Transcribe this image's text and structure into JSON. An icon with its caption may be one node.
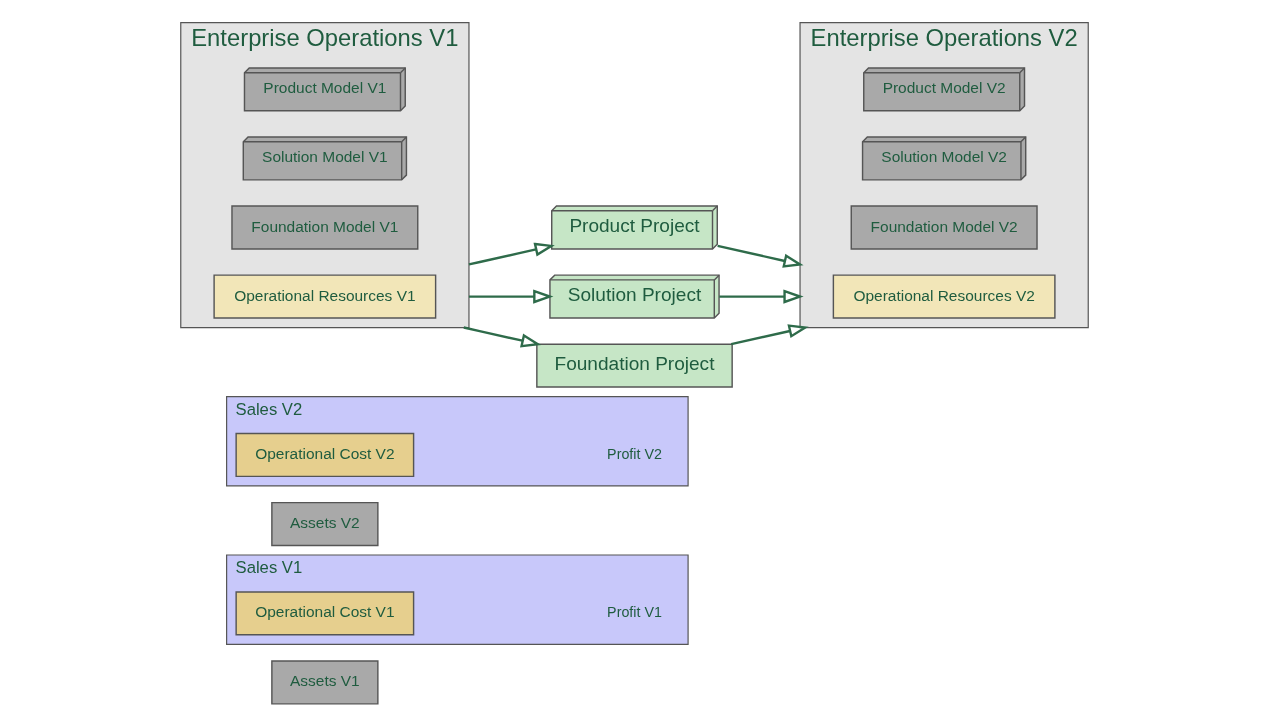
{
  "diagram": {
    "nodes": [
      {
        "text": [
          "Enterprise Operations V1"
        ]
      },
      {
        "text": [
          "Product Model V1"
        ],
        "in": 0
      },
      {
        "text": [
          "Solution Model V1"
        ],
        "in": 0
      },
      {
        "text": [
          "Foundation Model V1"
        ],
        "in": 0
      },
      {
        "text": [
          "Operational Resources V1"
        ],
        "in": 0
      },
      {
        "text": [
          "Product Project"
        ]
      },
      {
        "text": [
          "Solution Project"
        ]
      },
      {
        "text": [
          "Foundation Project"
        ]
      },
      {
        "text": [
          "Enterprise Operations V2"
        ]
      },
      {
        "text": [
          "Product Model V2"
        ],
        "in": 8
      },
      {
        "text": [
          "Solution Model V2"
        ],
        "in": 8
      },
      {
        "text": [
          "Foundation Model V2"
        ],
        "in": 8
      },
      {
        "text": [
          "Operational Resources V2"
        ],
        "in": 8
      },
      {
        "text": [
          "Assets V1"
        ]
      },
      {
        "text": [
          "Sales V1"
        ],
        "beside": [
          "Profit V1"
        ]
      },
      {
        "text": [
          "Operational Cost V1"
        ],
        "in": 14
      },
      {
        "text": [
          "Assets V2"
        ]
      },
      {
        "text": [
          "Sales V2"
        ],
        "beside": [
          "Profit V2"
        ]
      },
      {
        "text": [
          "Operational Cost V2"
        ],
        "in": 17
      }
    ],
    "edges": [
      {
        "from": 0,
        "to": 5,
        "arrow": "to"
      },
      {
        "from": 0,
        "to": 6,
        "arrow": "to"
      },
      {
        "from": 0,
        "to": 7,
        "arrow": "to"
      },
      {
        "from": 5,
        "to": 8,
        "arrow": "to"
      },
      {
        "from": 6,
        "to": 8,
        "arrow": "to"
      },
      {
        "from": 7,
        "to": 8,
        "arrow": "to"
      }
    ]
  }
}
